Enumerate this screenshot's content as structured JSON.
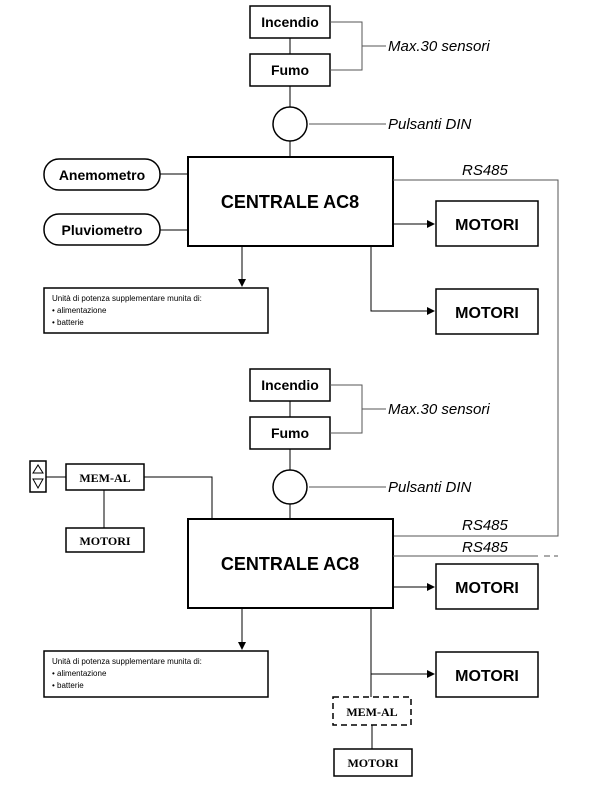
{
  "top": {
    "sensor1": "Incendio",
    "sensor2": "Fumo",
    "sensor_note": "Max.30 sensori",
    "buttons_note": "Pulsanti DIN",
    "anemometer": "Anemometro",
    "rain_gauge": "Pluviometro",
    "central": "CENTRALE AC8",
    "rs485": "RS485",
    "motor1": "MOTORI",
    "motor2": "MOTORI",
    "power_title": "Unità di potenza supplementare munita di:",
    "power_item1": "• alimentazione",
    "power_item2": "• batterie"
  },
  "bottom": {
    "sensor1": "Incendio",
    "sensor2": "Fumo",
    "sensor_note": "Max.30 sensori",
    "buttons_note": "Pulsanti DIN",
    "rs485_in": "RS485",
    "rs485_out": "RS485",
    "central": "CENTRALE AC8",
    "motor1": "MOTORI",
    "motor2": "MOTORI",
    "memal_left": "MEM-AL",
    "motori_left": "MOTORI",
    "memal_bottom": "MEM-AL",
    "motori_bottom": "MOTORI",
    "power_title": "Unità di potenza supplementare munita di:",
    "power_item1": "• alimentazione",
    "power_item2": "• batterie"
  }
}
